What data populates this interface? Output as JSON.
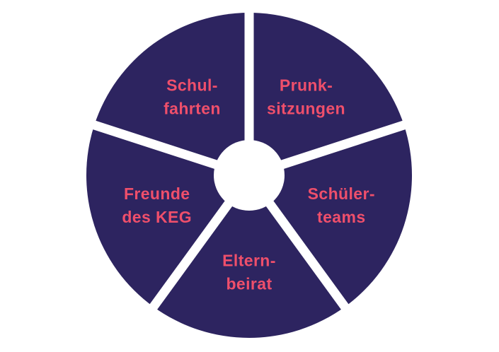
{
  "diagram": {
    "colors": {
      "segment_fill": "#2d2460",
      "label_text": "#ef4f6b",
      "separator": "#ffffff",
      "hub": "#ffffff"
    },
    "segments": [
      {
        "id": "schulfahrten",
        "lines": [
          "Schul-",
          "fahrten"
        ]
      },
      {
        "id": "prunksitzungen",
        "lines": [
          "Prunk-",
          "sitzungen"
        ]
      },
      {
        "id": "schuelerteams",
        "lines": [
          "Schüler-",
          "teams"
        ]
      },
      {
        "id": "elternbeirat",
        "lines": [
          "Eltern-",
          "beirat"
        ]
      },
      {
        "id": "freunde-des-keg",
        "lines": [
          "Freunde",
          "des KEG"
        ]
      }
    ]
  }
}
